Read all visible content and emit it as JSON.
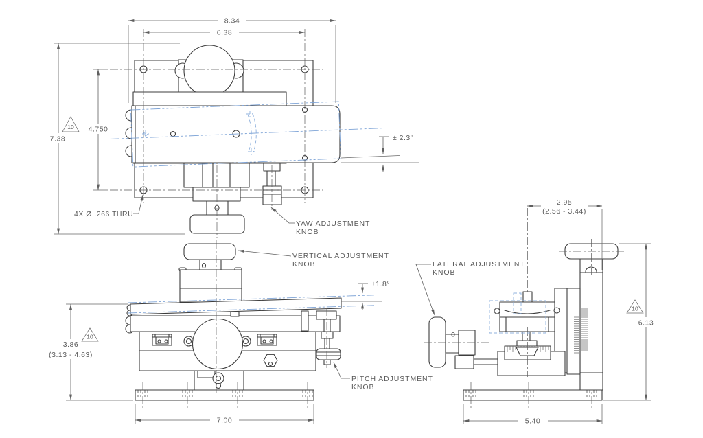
{
  "drawing": {
    "background": "#ffffff",
    "colors": {
      "line": "#3d3d3d",
      "dimension": "#5f5f5f",
      "text": "#595959",
      "alternate_position_blue": "#7da3d6"
    },
    "top_view": {
      "dim_overall_width": "8.34",
      "dim_hole_span": "6.38",
      "dim_overall_height": "7.38",
      "dim_hole_spacing": "4.750",
      "flag_note": "10",
      "dim_yaw_angle": "± 2.3°",
      "note_holes": "4X Ø .266 THRU",
      "callout_yaw_line1": "YAW ADJUSTMENT",
      "callout_yaw_line2": "KNOB"
    },
    "front_view": {
      "callout_vertical_line1": "VERTICAL ADJUSTMENT",
      "callout_vertical_line2": "KNOB",
      "dim_pitch_angle": "±1.8°",
      "dim_height_nominal": "3.86",
      "dim_height_range": "(3.13 - 4.63)",
      "flag_note": "10",
      "callout_pitch_line1": "PITCH ADJUSTMENT",
      "callout_pitch_line2": "KNOB",
      "dim_base_width": "7.00"
    },
    "side_view": {
      "dim_lateral_nominal": "2.95",
      "dim_lateral_range": "(2.56 - 3.44)",
      "callout_lateral_line1": "LATERAL ADJUSTMENT",
      "callout_lateral_line2": "KNOB",
      "flag_note": "10",
      "dim_overall_height": "6.13",
      "dim_base_width": "5.40"
    }
  }
}
